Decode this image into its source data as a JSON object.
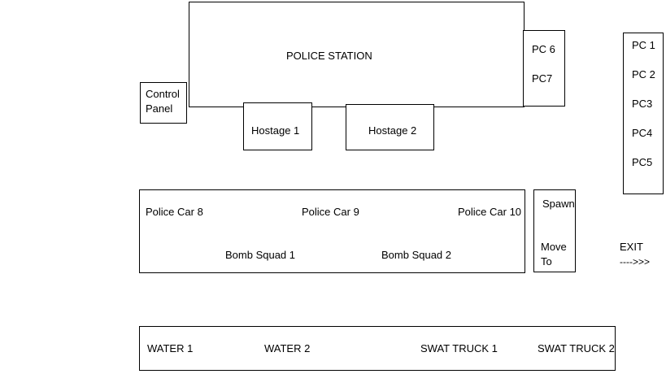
{
  "police_station": {
    "label": "POLICE STATION"
  },
  "pc_small": {
    "items": [
      "PC 6",
      "PC7"
    ]
  },
  "pc_tall": {
    "items": [
      "PC 1",
      "PC 2",
      "PC3",
      "PC4",
      "PC5"
    ]
  },
  "control_panel": {
    "label": "Control Panel",
    "line1": "Control",
    "line2": "Panel"
  },
  "hostages": [
    "Hostage 1",
    "Hostage 2"
  ],
  "vehicles_row": {
    "police_cars": [
      "Police Car 8",
      "Police Car 9",
      "Police Car 10"
    ],
    "bomb_squads": [
      "Bomb Squad 1",
      "Bomb Squad 2"
    ]
  },
  "spawn_box": {
    "spawn": "Spawn",
    "move_to_line1": "Move",
    "move_to_line2": "To"
  },
  "exit": {
    "label": "EXIT",
    "arrow": "---->>>"
  },
  "bottom_row": {
    "items": [
      "WATER 1",
      "WATER 2",
      "SWAT TRUCK 1",
      "SWAT TRUCK 2"
    ]
  },
  "colors": {
    "stroke": "#000000",
    "background": "#ffffff"
  }
}
